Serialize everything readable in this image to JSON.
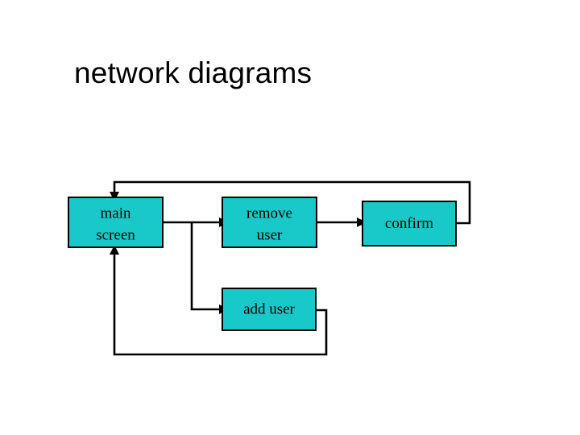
{
  "slide": {
    "title": "network diagrams",
    "background_color": "#ffffff"
  },
  "theme": {
    "node_fill": "#19c8c8",
    "node_stroke": "#000000",
    "edge_color": "#000000",
    "text_color": "#000000"
  },
  "diagram": {
    "type": "flowchart",
    "nodes": [
      {
        "id": "main-screen",
        "label_line1": "main",
        "label_line2": "screen",
        "label": "main screen"
      },
      {
        "id": "remove-user",
        "label_line1": "remove",
        "label_line2": "user",
        "label": "remove user"
      },
      {
        "id": "confirm",
        "label_line1": "confirm",
        "label_line2": "",
        "label": "confirm"
      },
      {
        "id": "add-user",
        "label_line1": "add user",
        "label_line2": "",
        "label": "add user"
      }
    ],
    "edges": [
      {
        "id": "main-to-remove",
        "from": "main-screen",
        "to": "remove-user"
      },
      {
        "id": "main-to-add",
        "from": "main-screen",
        "to": "add-user"
      },
      {
        "id": "remove-to-confirm",
        "from": "remove-user",
        "to": "confirm"
      },
      {
        "id": "confirm-to-main",
        "from": "confirm",
        "to": "main-screen"
      },
      {
        "id": "add-to-main",
        "from": "add-user",
        "to": "main-screen"
      }
    ]
  }
}
